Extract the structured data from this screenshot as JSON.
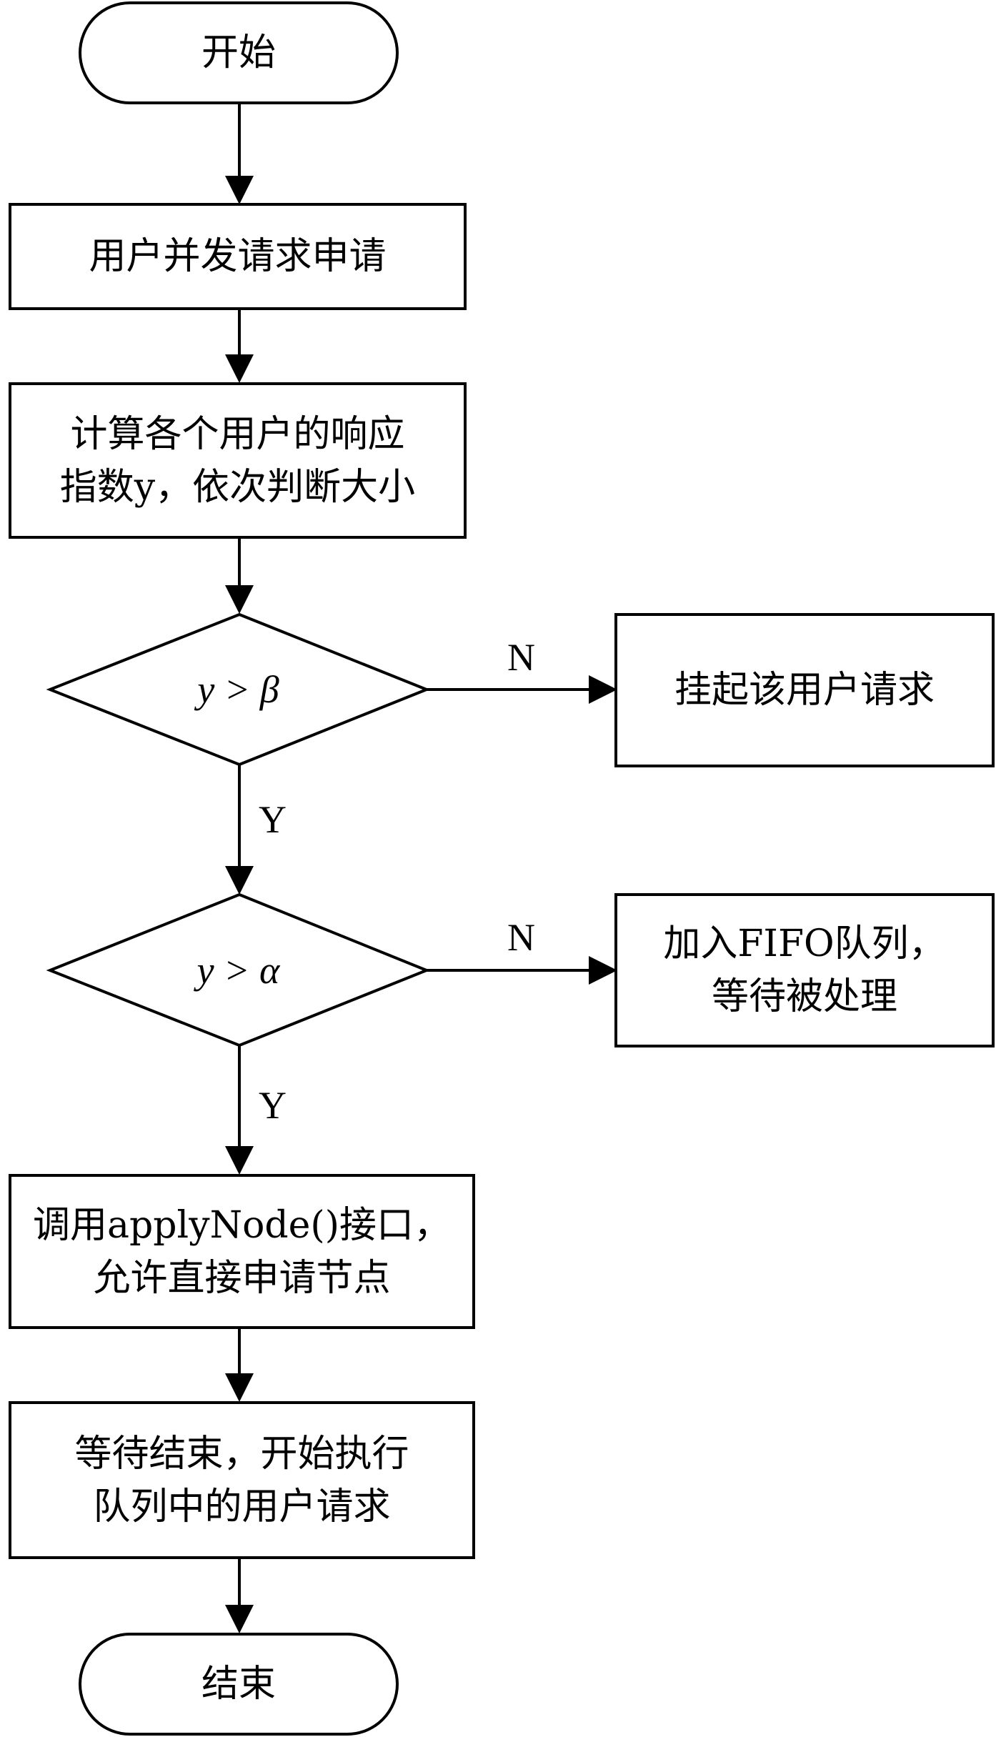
{
  "nodes": {
    "start": {
      "label": "开始"
    },
    "submit": {
      "label": "用户并发请求申请"
    },
    "compute": {
      "line1": "计算各个用户的响应",
      "line2": "指数y，依次判断大小"
    },
    "cond_beta": {
      "label": "y > β"
    },
    "suspend": {
      "label": "挂起该用户请求"
    },
    "cond_alpha": {
      "label": "y > α"
    },
    "fifo": {
      "line1": "加入FIFO队列，",
      "line2": "等待被处理"
    },
    "apply": {
      "line1": "调用applyNode()接口，",
      "line2": "允许直接申请节点"
    },
    "wait": {
      "line1": "等待结束，开始执行",
      "line2": "队列中的用户请求"
    },
    "end": {
      "label": "结束"
    }
  },
  "edges": {
    "beta_no": "N",
    "beta_yes": "Y",
    "alpha_no": "N",
    "alpha_yes": "Y"
  },
  "colors": {
    "stroke": "#000000",
    "fill": "#ffffff"
  }
}
